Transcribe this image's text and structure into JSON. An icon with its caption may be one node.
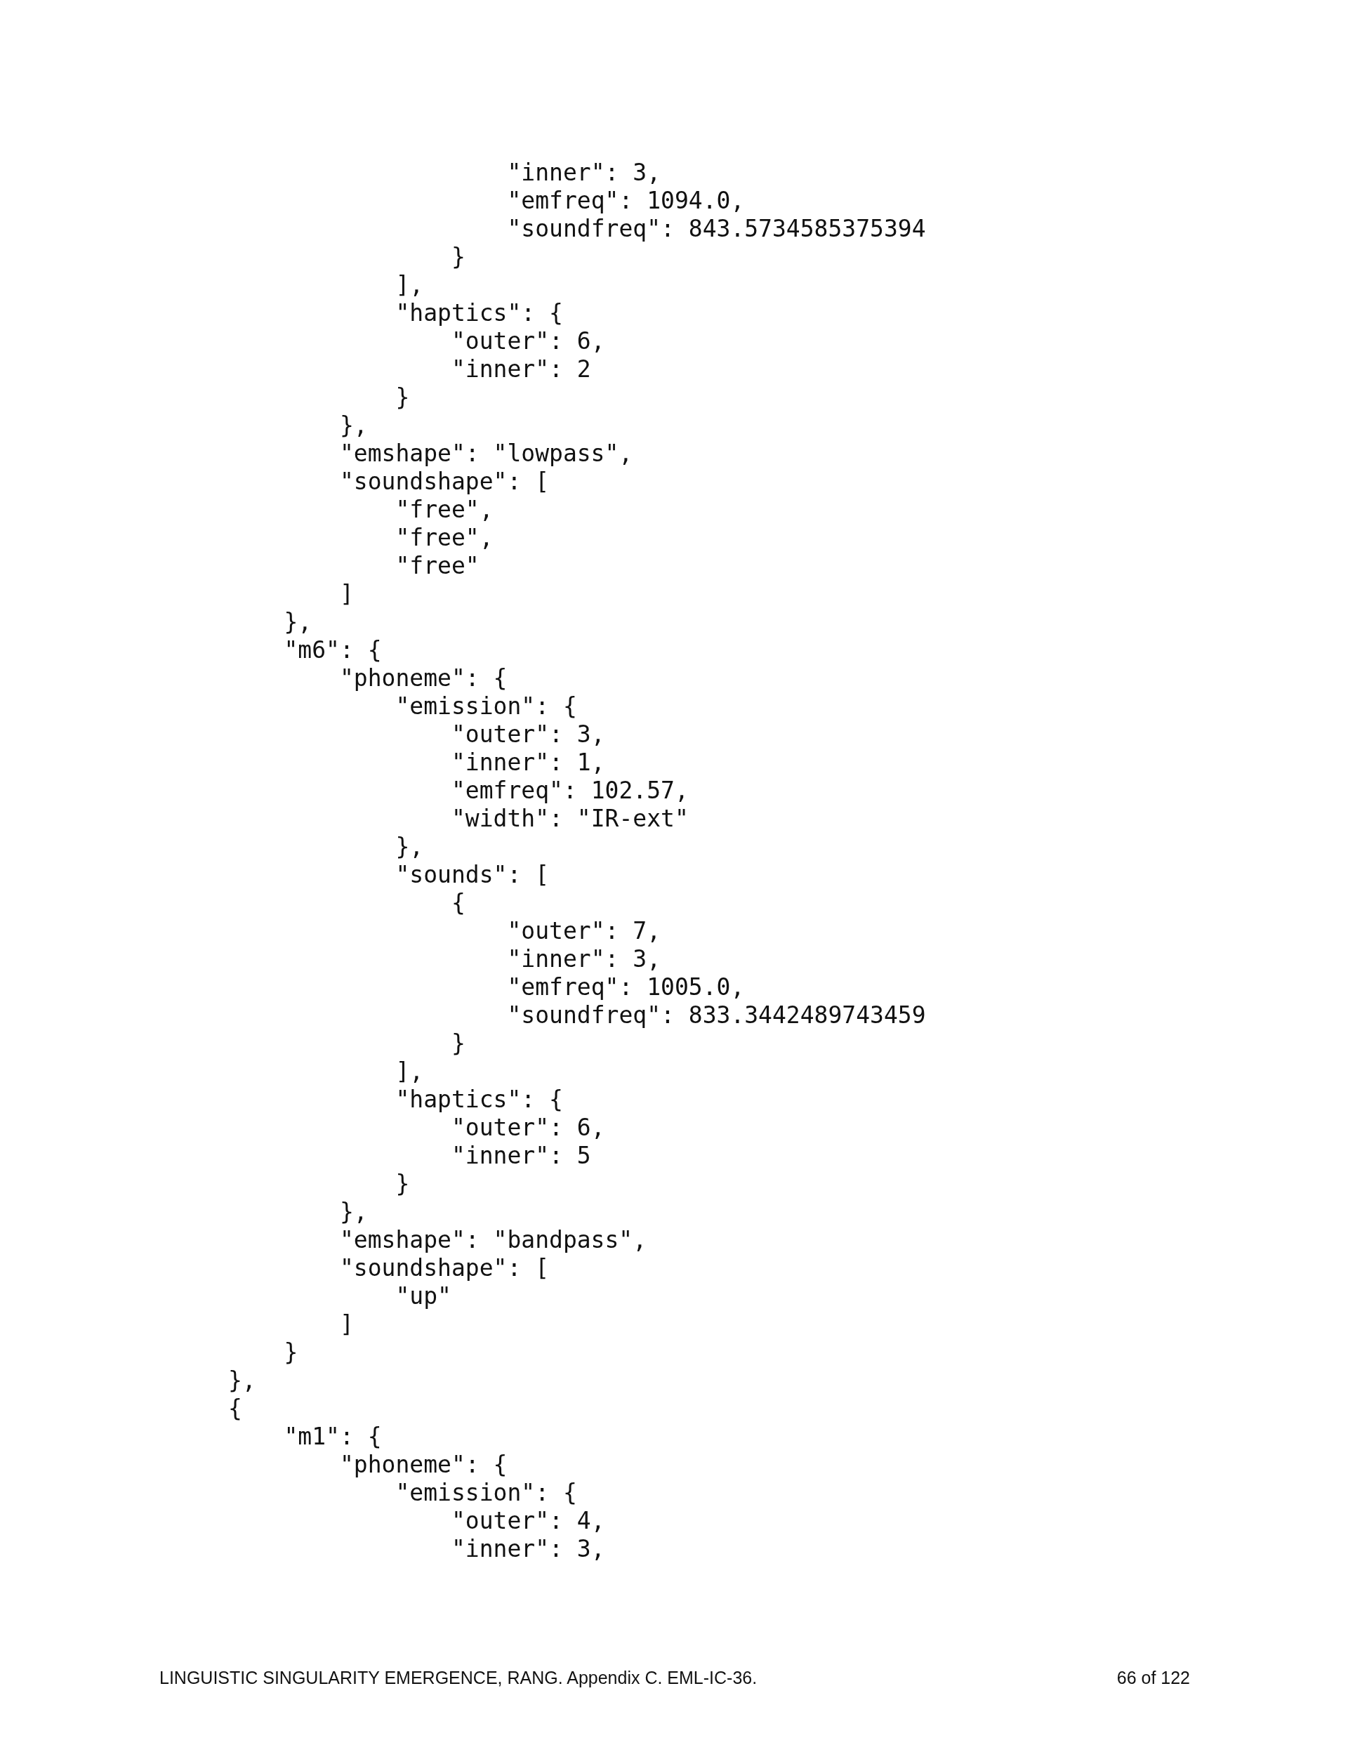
{
  "diagram": {
    "labels": [
      "\"inner\": 3,",
      "\"emfreq\": 1094.0,",
      "\"soundfreq\": 843.5734585375394",
      "}",
      "],",
      "\"haptics\": {",
      "\"outer\": 6,",
      "\"inner\": 2",
      "}",
      "},",
      "\"emshape\": \"lowpass\",",
      "\"soundshape\": [",
      "\"free\",",
      "\"free\",",
      "\"free\"",
      "]",
      "},",
      "\"m6\": {",
      "\"phoneme\": {",
      "\"emission\": {",
      "\"outer\": 3,",
      "\"inner\": 1,",
      "\"emfreq\": 102.57,",
      "\"width\": \"IR-ext\"",
      "},",
      "\"sounds\": [",
      "{",
      "\"outer\": 7,",
      "\"inner\": 3,",
      "\"emfreq\": 1005.0,",
      "\"soundfreq\": 833.3442489743459",
      "}",
      "],",
      "\"haptics\": {",
      "\"outer\": 6,",
      "\"inner\": 5",
      "}",
      "},",
      "\"emshape\": \"bandpass\",",
      "\"soundshape\": [",
      "\"up\"",
      "]",
      "}",
      "},",
      "{",
      "\"m1\": {",
      "\"phoneme\": {",
      "\"emission\": {",
      "\"outer\": 4,",
      "\"inner\": 3,",
      "LINGUISTIC SINGULARITY EMERGENCE, RANG. Appendix C. EML-IC-36.",
      "66 of 122"
    ]
  }
}
